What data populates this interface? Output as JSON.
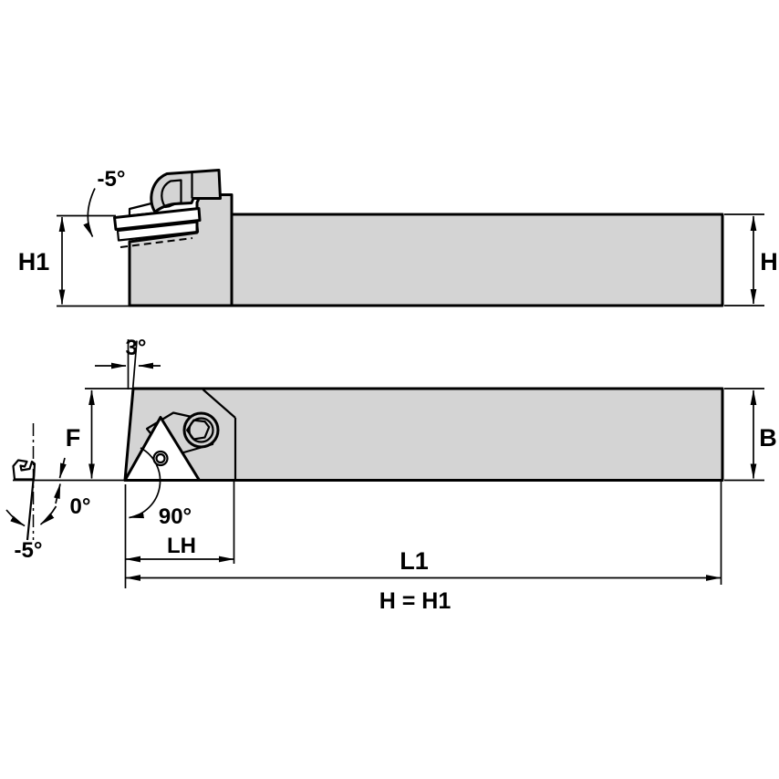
{
  "colors": {
    "body": "#d4d4d4",
    "insert": "#ffffff",
    "line": "#000000",
    "background": "#ffffff"
  },
  "side_view": {
    "h1_label": "H1",
    "rake_angle_label": "-5°",
    "h_label": "H"
  },
  "plan_view": {
    "back_taper_label": "3°",
    "f_label": "F",
    "inclination_label": "0°",
    "lead_angle_label": "90°",
    "lh_label": "LH",
    "clearance_angle_label": "-5°",
    "l1_label": "L1",
    "b_label": "B"
  },
  "note": {
    "equation": "H = H1"
  }
}
